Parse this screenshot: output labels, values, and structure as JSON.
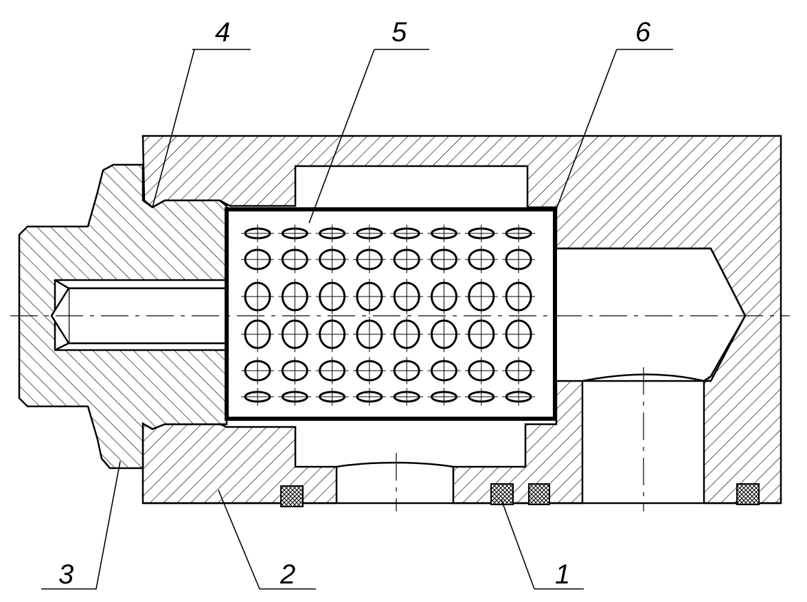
{
  "drawing": {
    "callouts": [
      {
        "id": "1",
        "text": "1"
      },
      {
        "id": "2",
        "text": "2"
      },
      {
        "id": "3",
        "text": "3"
      },
      {
        "id": "4",
        "text": "4"
      },
      {
        "id": "5",
        "text": "5"
      },
      {
        "id": "6",
        "text": "6"
      }
    ],
    "filter_hole_rows": 6,
    "filter_hole_columns": 8
  }
}
